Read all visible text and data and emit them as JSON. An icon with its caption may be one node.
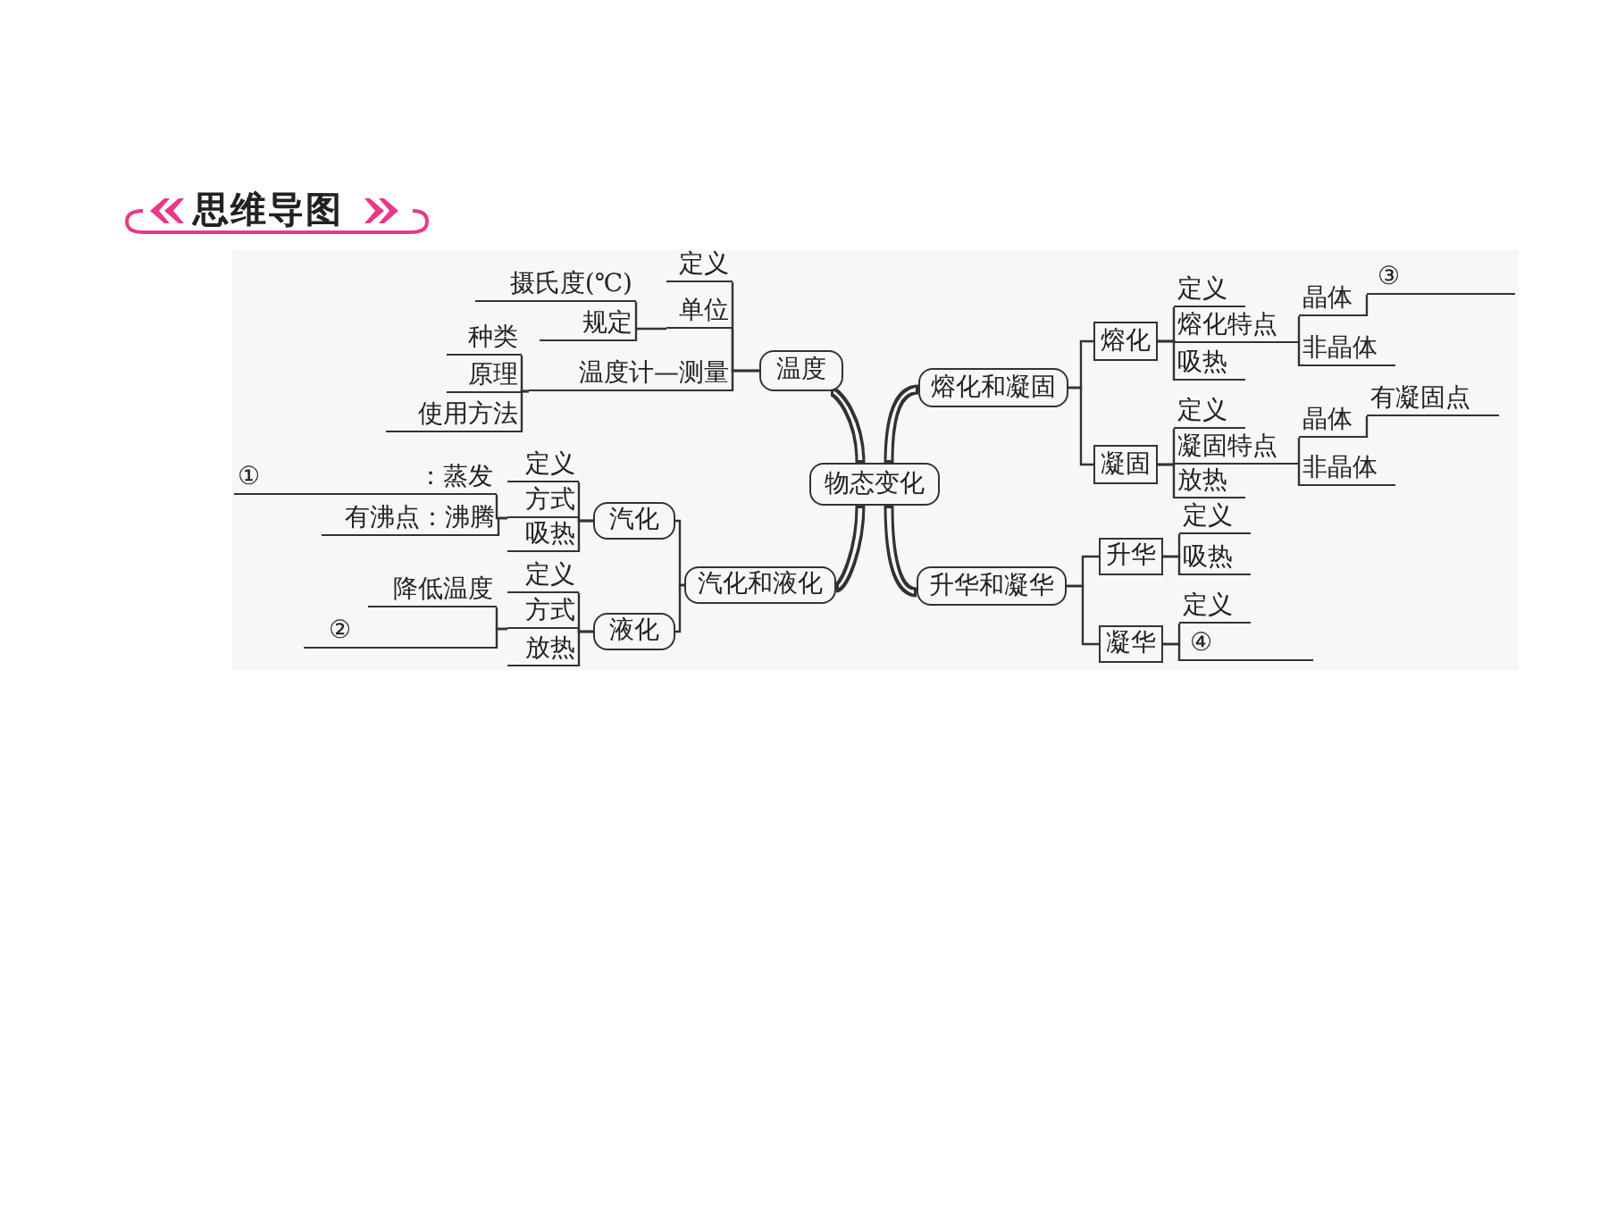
{
  "diagram": {
    "title": "思维导图",
    "nodes": [
      {
        "text": [
          "物态变化"
        ]
      },
      {
        "text": [
          "温度"
        ]
      },
      {
        "text": [
          "熔化和凝固"
        ]
      },
      {
        "text": [
          "汽化和液化"
        ]
      },
      {
        "text": [
          "升华和凝华"
        ]
      },
      {
        "text": [
          "定义"
        ]
      },
      {
        "text": [
          "单位"
        ]
      },
      {
        "text": [
          "温度计—测量"
        ]
      },
      {
        "text": [
          "规定"
        ]
      },
      {
        "text": [
          "摄氏度(℃)"
        ]
      },
      {
        "text": [
          "种类"
        ]
      },
      {
        "text": [
          "原理"
        ]
      },
      {
        "text": [
          "使用方法"
        ]
      },
      {
        "text": [
          "汽化"
        ]
      },
      {
        "text": [
          "定义"
        ]
      },
      {
        "text": [
          "方式"
        ]
      },
      {
        "text": [
          "吸热"
        ]
      },
      {
        "text": [
          "①",
          "：蒸发"
        ]
      },
      {
        "text": [
          "有沸点：沸腾"
        ]
      },
      {
        "text": [
          "液化"
        ]
      },
      {
        "text": [
          "定义"
        ]
      },
      {
        "text": [
          "方式"
        ]
      },
      {
        "text": [
          "放热"
        ]
      },
      {
        "text": [
          "降低温度"
        ]
      },
      {
        "text": [
          "②"
        ]
      },
      {
        "text": [
          "熔化"
        ]
      },
      {
        "text": [
          "定义"
        ]
      },
      {
        "text": [
          "熔化特点"
        ]
      },
      {
        "text": [
          "吸热"
        ]
      },
      {
        "text": [
          "晶体"
        ]
      },
      {
        "text": [
          "非晶体"
        ]
      },
      {
        "text": [
          "③"
        ]
      },
      {
        "text": [
          "凝固"
        ]
      },
      {
        "text": [
          "定义"
        ]
      },
      {
        "text": [
          "凝固特点"
        ]
      },
      {
        "text": [
          "放热"
        ]
      },
      {
        "text": [
          "晶体"
        ]
      },
      {
        "text": [
          "非晶体"
        ]
      },
      {
        "text": [
          "有凝固点"
        ]
      },
      {
        "text": [
          "升华"
        ]
      },
      {
        "text": [
          "定义"
        ]
      },
      {
        "text": [
          "吸热"
        ]
      },
      {
        "text": [
          "凝华"
        ]
      },
      {
        "text": [
          "定义"
        ]
      },
      {
        "text": [
          "④"
        ]
      }
    ],
    "edges": [
      {
        "from": 0,
        "to": 1,
        "arrow": "none",
        "style": "thick"
      },
      {
        "from": 0,
        "to": 2,
        "arrow": "none",
        "style": "thick"
      },
      {
        "from": 0,
        "to": 3,
        "arrow": "none",
        "style": "thick"
      },
      {
        "from": 0,
        "to": 4,
        "arrow": "none",
        "style": "thick"
      },
      {
        "from": 1,
        "to": 5,
        "arrow": "none"
      },
      {
        "from": 1,
        "to": 6,
        "arrow": "none"
      },
      {
        "from": 1,
        "to": 7,
        "arrow": "none"
      },
      {
        "from": 6,
        "to": 8,
        "arrow": "none"
      },
      {
        "from": 8,
        "to": 9,
        "arrow": "none"
      },
      {
        "from": 7,
        "to": 10,
        "arrow": "none"
      },
      {
        "from": 7,
        "to": 11,
        "arrow": "none"
      },
      {
        "from": 7,
        "to": 12,
        "arrow": "none"
      },
      {
        "from": 3,
        "to": 13,
        "arrow": "none"
      },
      {
        "from": 3,
        "to": 19,
        "arrow": "none"
      },
      {
        "from": 13,
        "to": 14,
        "arrow": "none"
      },
      {
        "from": 13,
        "to": 15,
        "arrow": "none"
      },
      {
        "from": 13,
        "to": 16,
        "arrow": "none"
      },
      {
        "from": 15,
        "to": 17,
        "arrow": "none"
      },
      {
        "from": 15,
        "to": 18,
        "arrow": "none"
      },
      {
        "from": 19,
        "to": 20,
        "arrow": "none"
      },
      {
        "from": 19,
        "to": 21,
        "arrow": "none"
      },
      {
        "from": 19,
        "to": 22,
        "arrow": "none"
      },
      {
        "from": 21,
        "to": 23,
        "arrow": "none"
      },
      {
        "from": 21,
        "to": 24,
        "arrow": "none"
      },
      {
        "from": 2,
        "to": 25,
        "arrow": "none"
      },
      {
        "from": 2,
        "to": 32,
        "arrow": "none"
      },
      {
        "from": 25,
        "to": 26,
        "arrow": "none"
      },
      {
        "from": 25,
        "to": 27,
        "arrow": "none"
      },
      {
        "from": 25,
        "to": 28,
        "arrow": "none"
      },
      {
        "from": 27,
        "to": 29,
        "arrow": "none"
      },
      {
        "from": 27,
        "to": 30,
        "arrow": "none"
      },
      {
        "from": 29,
        "to": 31,
        "arrow": "none"
      },
      {
        "from": 32,
        "to": 33,
        "arrow": "none"
      },
      {
        "from": 32,
        "to": 34,
        "arrow": "none"
      },
      {
        "from": 32,
        "to": 35,
        "arrow": "none"
      },
      {
        "from": 34,
        "to": 36,
        "arrow": "none"
      },
      {
        "from": 34,
        "to": 37,
        "arrow": "none"
      },
      {
        "from": 36,
        "to": 38,
        "arrow": "none"
      },
      {
        "from": 4,
        "to": 39,
        "arrow": "none"
      },
      {
        "from": 4,
        "to": 42,
        "arrow": "none"
      },
      {
        "from": 39,
        "to": 40,
        "arrow": "none"
      },
      {
        "from": 39,
        "to": 41,
        "arrow": "none"
      },
      {
        "from": 42,
        "to": 43,
        "arrow": "none"
      },
      {
        "from": 42,
        "to": 44,
        "arrow": "none"
      }
    ]
  }
}
